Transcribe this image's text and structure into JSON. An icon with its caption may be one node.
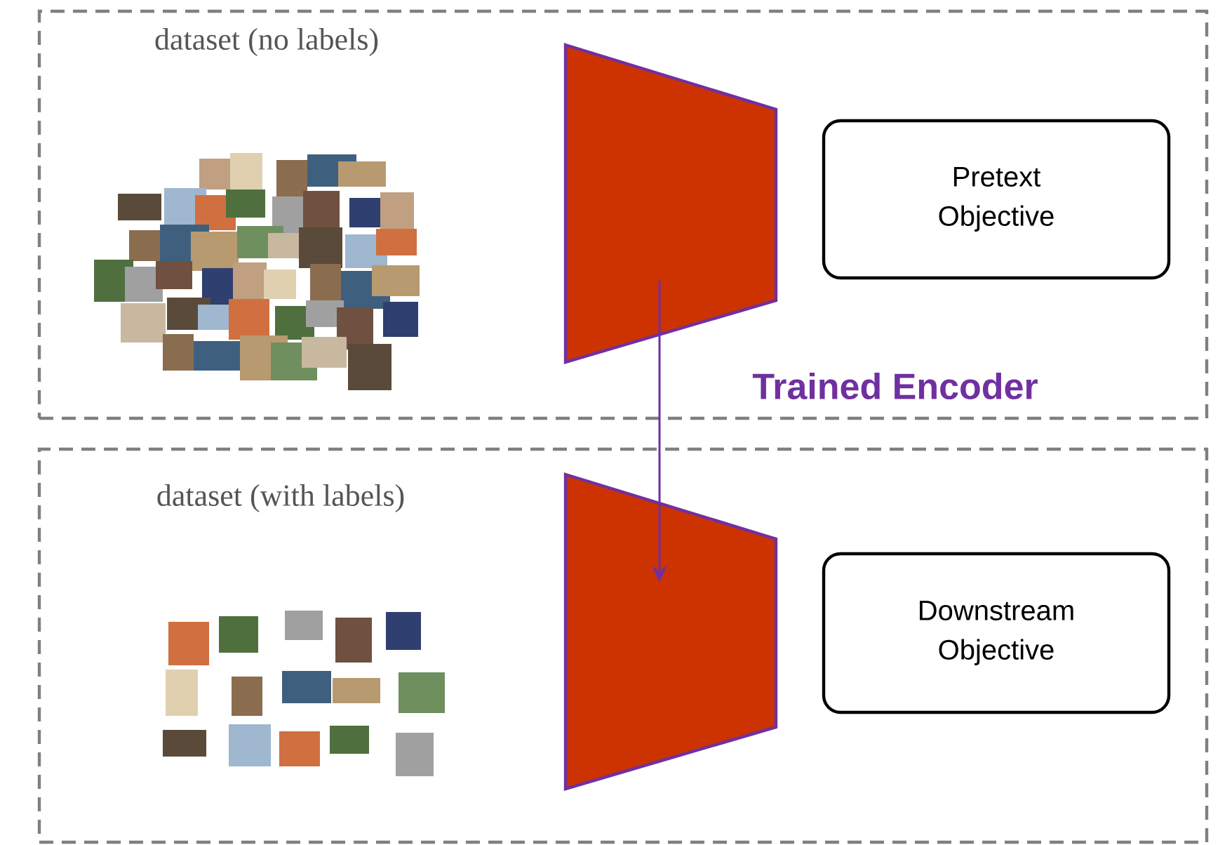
{
  "diagram": {
    "nodes": [
      {
        "text": [],
        "shape": "box"
      },
      {
        "text": [],
        "shape": "picture",
        "in": 0
      },
      {
        "text": [],
        "shape": "trapezoid",
        "in": 0
      },
      {
        "text": [
          "Pretext Objective"
        ],
        "in": 0
      },
      {
        "text": [],
        "shape": "box"
      },
      {
        "text": [],
        "shape": "picture",
        "in": 4
      },
      {
        "text": [],
        "shape": "trapezoid",
        "in": 4
      },
      {
        "text": [
          "Downstream Objective"
        ],
        "in": 4
      }
    ],
    "edges": [
      {
        "from": 2,
        "to": 6,
        "arrow": "to",
        "label": "Trained Encoder",
        "color": "#7030a0"
      }
    ],
    "labels": [
      "dataset (no labels)",
      "dataset (with labels)"
    ]
  }
}
